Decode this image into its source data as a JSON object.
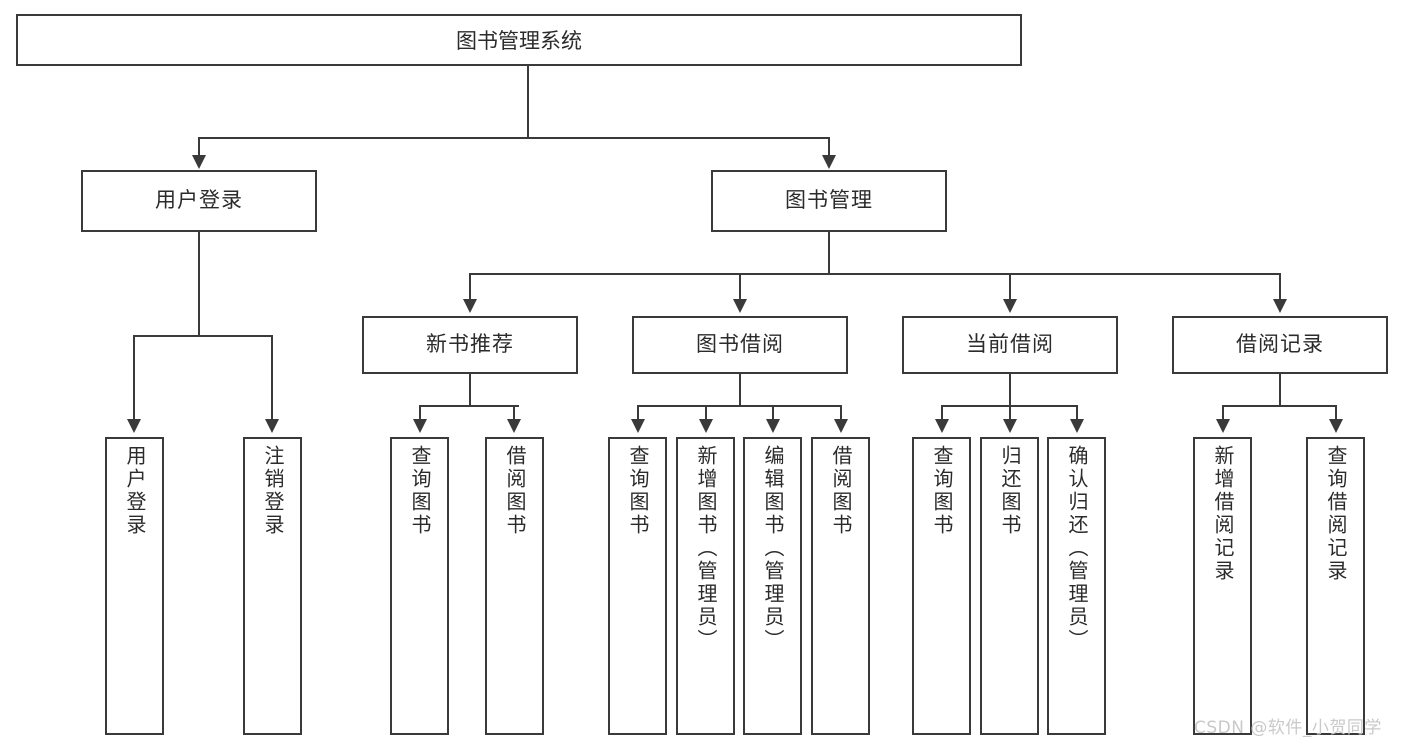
{
  "diagram": {
    "title": "图书管理系统",
    "root": {
      "label": "图书管理系统"
    },
    "level2": [
      {
        "label": "用户登录"
      },
      {
        "label": "图书管理"
      }
    ],
    "level3": [
      {
        "label": "新书推荐"
      },
      {
        "label": "图书借阅"
      },
      {
        "label": "当前借阅"
      },
      {
        "label": "借阅记录"
      }
    ],
    "leaves": {
      "user_login": [
        {
          "label": "用户登录"
        },
        {
          "label": "注销登录"
        }
      ],
      "new_book_recommend": [
        {
          "label": "查询图书"
        },
        {
          "label": "借阅图书"
        }
      ],
      "book_borrow": [
        {
          "label": "查询图书"
        },
        {
          "label": "新增图书（管理员）"
        },
        {
          "label": "编辑图书（管理员）"
        },
        {
          "label": "借阅图书"
        }
      ],
      "current_borrow": [
        {
          "label": "查询图书"
        },
        {
          "label": "归还图书"
        },
        {
          "label": "确认归还（管理员）"
        }
      ],
      "borrow_record": [
        {
          "label": "新增借阅记录"
        },
        {
          "label": "查询借阅记录"
        }
      ]
    }
  },
  "watermark": {
    "text": "CSDN @软件_小贺同学"
  },
  "colors": {
    "stroke": "#3a3a3a",
    "text": "#2b2b2b",
    "background": "#ffffff",
    "watermark": "#c9c9c9"
  }
}
